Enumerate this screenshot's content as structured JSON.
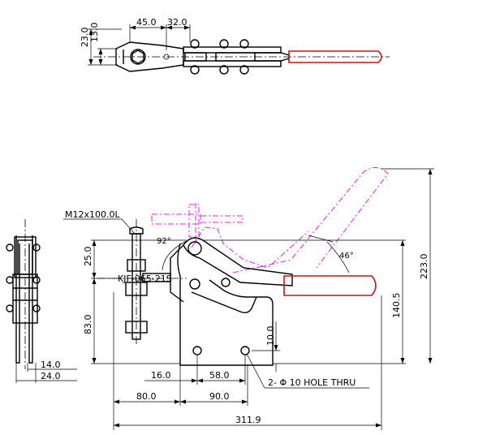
{
  "model": "KJF-065-21S",
  "bolt": "M12x100.0L",
  "hole_note": "2- Φ 10 HOLE THRU",
  "angles": {
    "a1": "92°",
    "a2": "46°"
  },
  "top_view": {
    "d45": "45.0",
    "d32": "32.0",
    "d23": "23.0",
    "d13": "13.0"
  },
  "side_view": {
    "d14": "14.0",
    "d24": "24.0"
  },
  "front_view": {
    "d25": "25.0",
    "d83": "83.0",
    "d140": "140.5",
    "d223": "223.0",
    "d10": "10.0",
    "d16": "16.0",
    "d58": "58.0",
    "d80": "80.0",
    "d90": "90.0",
    "d311": "311.9"
  },
  "colors": {
    "handle": "#d01010",
    "ghost": "#e020e0",
    "line": "#000000"
  }
}
